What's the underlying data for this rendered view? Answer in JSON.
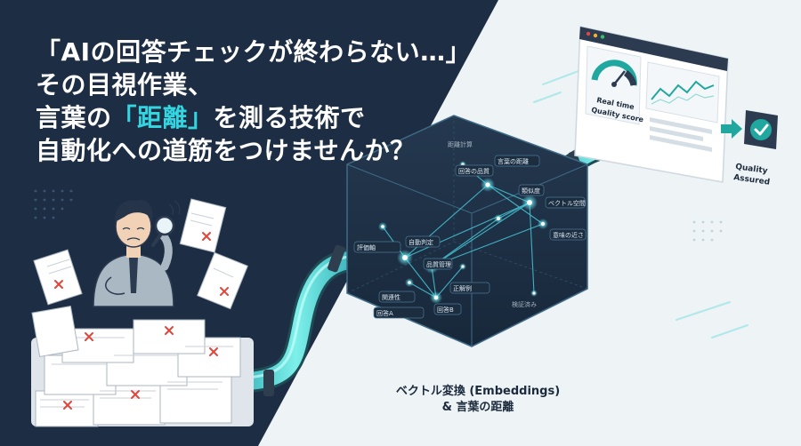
{
  "headline": {
    "line1": "「AIの回答チェックが終わらない…」",
    "line2": "その目視作業、",
    "line3_pre": "言葉の",
    "line3_highlight": "「距離」",
    "line3_post": "を測る技術で",
    "line4": "自動化への道筋をつけませんか？"
  },
  "pipe_caption": {
    "line1": "ベクトル変換 (Embeddings)",
    "line2": "& 言葉の距離"
  },
  "dashboard": {
    "gauge_label_line1": "Real time",
    "gauge_label_line2": "Quality score"
  },
  "quality_badge": {
    "line1": "Quality",
    "line2": "Assured"
  },
  "cube_nodes": [
    {
      "label": "回答の品質"
    },
    {
      "label": "言葉の距離"
    },
    {
      "label": "類似度"
    },
    {
      "label": "ベクトル空間"
    },
    {
      "label": "意味の近さ"
    },
    {
      "label": "評価軸"
    },
    {
      "label": "自動判定"
    },
    {
      "label": "品質管理"
    },
    {
      "label": "正解例"
    },
    {
      "label": "関連性"
    },
    {
      "label": "回答A"
    },
    {
      "label": "回答B"
    },
    {
      "label": "距離計算"
    },
    {
      "label": "検証済み"
    }
  ],
  "colors": {
    "navy": "#1d2d44",
    "accent": "#33d6e0",
    "pipe": "#4fd8d8",
    "reject_mark": "#e0463c",
    "quality_check": "#1fa7a0"
  },
  "icons": [
    "magnifier-icon",
    "gauge-icon",
    "line-chart-icon",
    "check-badge-icon",
    "reject-x-icon"
  ]
}
